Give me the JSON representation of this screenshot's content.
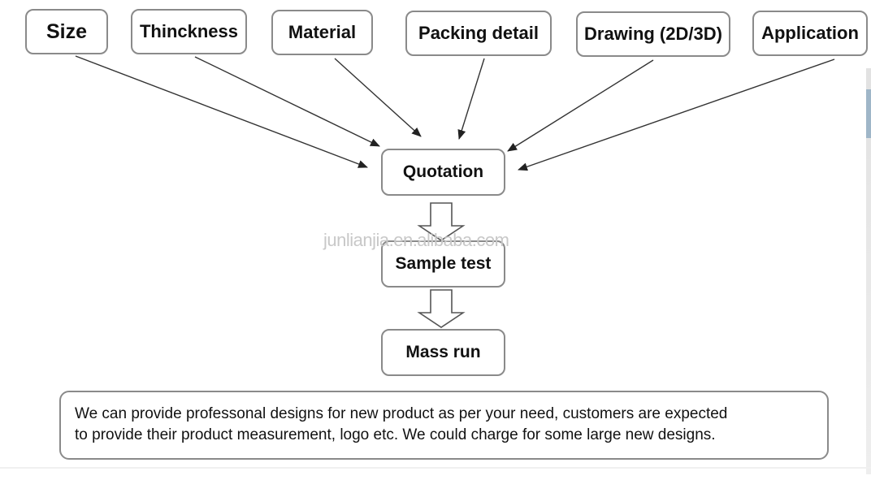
{
  "inputs": [
    {
      "id": "size",
      "label": "Size"
    },
    {
      "id": "thickness",
      "label": "Thinckness"
    },
    {
      "id": "material",
      "label": "Material"
    },
    {
      "id": "packing",
      "label": "Packing detail"
    },
    {
      "id": "drawing",
      "label": "Drawing (2D/3D)"
    },
    {
      "id": "application",
      "label": "Application"
    }
  ],
  "steps": [
    {
      "id": "quotation",
      "label": "Quotation"
    },
    {
      "id": "sample",
      "label": "Sample test"
    },
    {
      "id": "massrun",
      "label": "Mass run"
    }
  ],
  "note": {
    "line1": "We can provide professonal designs for new product  as per your need, customers are expected",
    "line2": "to provide their product measurement, logo etc. We could charge for some large new designs."
  },
  "watermark": "junlianjia.en.alibaba.com"
}
